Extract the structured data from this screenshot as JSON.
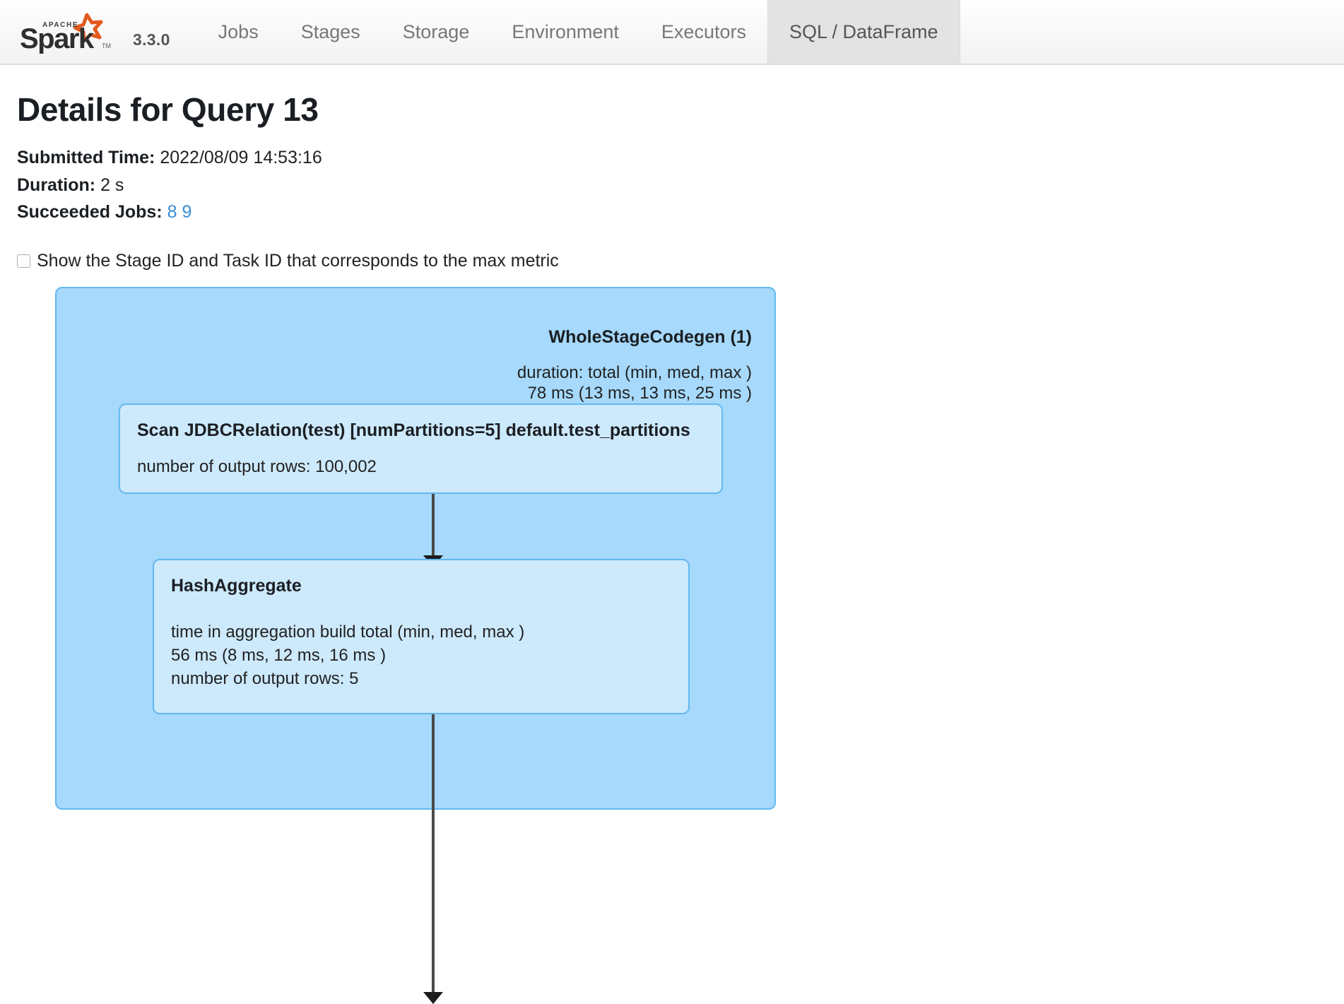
{
  "navbar": {
    "brand_alt": "Apache Spark",
    "version": "3.3.0",
    "tabs": [
      {
        "label": "Jobs",
        "active": false
      },
      {
        "label": "Stages",
        "active": false
      },
      {
        "label": "Storage",
        "active": false
      },
      {
        "label": "Environment",
        "active": false
      },
      {
        "label": "Executors",
        "active": false
      },
      {
        "label": "SQL / DataFrame",
        "active": true
      }
    ]
  },
  "page": {
    "title": "Details for Query 13",
    "meta": {
      "submitted_time_label": "Submitted Time:",
      "submitted_time_value": "2022/08/09 14:53:16",
      "duration_label": "Duration:",
      "duration_value": "2 s",
      "succeeded_jobs_label": "Succeeded Jobs:",
      "succeeded_jobs": [
        "8",
        "9"
      ]
    },
    "toggle": {
      "label": "Show the Stage ID and Task ID that corresponds to the max metric",
      "checked": false
    }
  },
  "dag": {
    "cluster": {
      "title": "WholeStageCodegen (1)",
      "metrics": "duration: total (min, med, max )\n78 ms (13 ms, 13 ms, 25 ms )"
    },
    "nodes": [
      {
        "id": "scan",
        "title": "Scan JDBCRelation(test) [numPartitions=5] default.test_partitions",
        "metrics": "number of output rows: 100,002"
      },
      {
        "id": "hashaggregate",
        "title": "HashAggregate",
        "metrics": "time in aggregation build total (min, med, max )\n56 ms (8 ms, 12 ms, 16 ms )\nnumber of output rows: 5"
      }
    ]
  },
  "colors": {
    "cluster_fill": "#a6d9fb",
    "cluster_border": "#63b8f0",
    "node_fill": "#cde9fc",
    "node_border": "#63b8f0",
    "edge": "#4a4a4a",
    "link": "#3b8dd6",
    "active_tab_bg": "#e3e3e3",
    "spark_star": "#e25a1c"
  }
}
